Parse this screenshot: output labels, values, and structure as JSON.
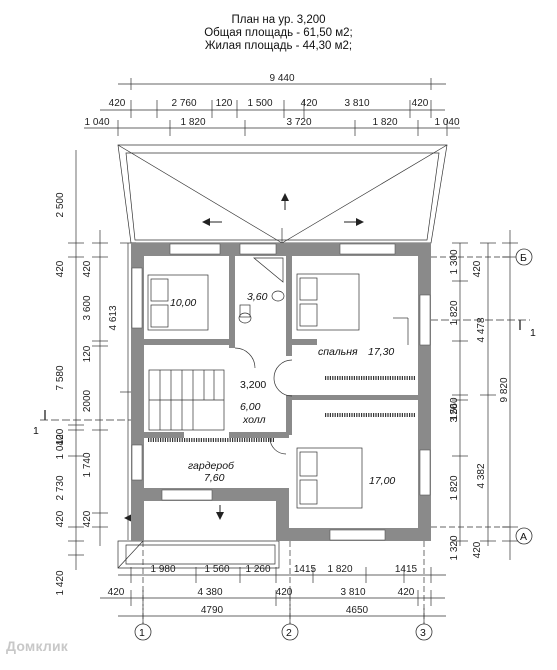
{
  "title": {
    "line1": "План на ур. 3,200",
    "line2": "Общая площадь - 61,50 м2;",
    "line3": "Жилая площадь -  44,30 м2;"
  },
  "dims": {
    "top_total": "9 440",
    "top_row1": [
      "420",
      "2 760",
      "120",
      "1 500",
      "420",
      "3 810",
      "420"
    ],
    "top_row2": [
      "1 040",
      "1 820",
      "3 720",
      "1 820",
      "1 040"
    ],
    "bottom_row1": [
      "1 980",
      "1 560",
      "1 260",
      "1415",
      "1 820",
      "1415"
    ],
    "bottom_row2": [
      "420",
      "4 380",
      "420",
      "3 810",
      "420"
    ],
    "bottom_row3": [
      "4790",
      "4650"
    ],
    "left_outer": [
      "2 500",
      "420",
      "7 580",
      "120",
      "1 040",
      "2 730",
      "420",
      "1 420"
    ],
    "left_inner": [
      "420",
      "3 600",
      "120",
      "2000",
      "1 740",
      "420"
    ],
    "left_mid": "4 613",
    "right_inner": [
      "1 300",
      "1 820",
      "3 560",
      "120",
      "1 820",
      "1 320"
    ],
    "right_mid": [
      "4 478",
      "4 382"
    ],
    "right_outer": [
      "420",
      "9 820",
      "420"
    ]
  },
  "rooms": {
    "bed1_area": "10,00",
    "bath_area": "3,60",
    "bedroom_label": "спальня",
    "bedroom_area": "17,30",
    "level": "3,200",
    "hall_area": "6,00",
    "hall_label": "холл",
    "wardrobe_label": "гардероб",
    "wardrobe_area": "7,60",
    "bed3_area": "17,00"
  },
  "axes": {
    "bottom": [
      "1",
      "2",
      "3"
    ],
    "right": [
      "Б",
      "А"
    ],
    "section": "1"
  },
  "watermark": "Домклик"
}
